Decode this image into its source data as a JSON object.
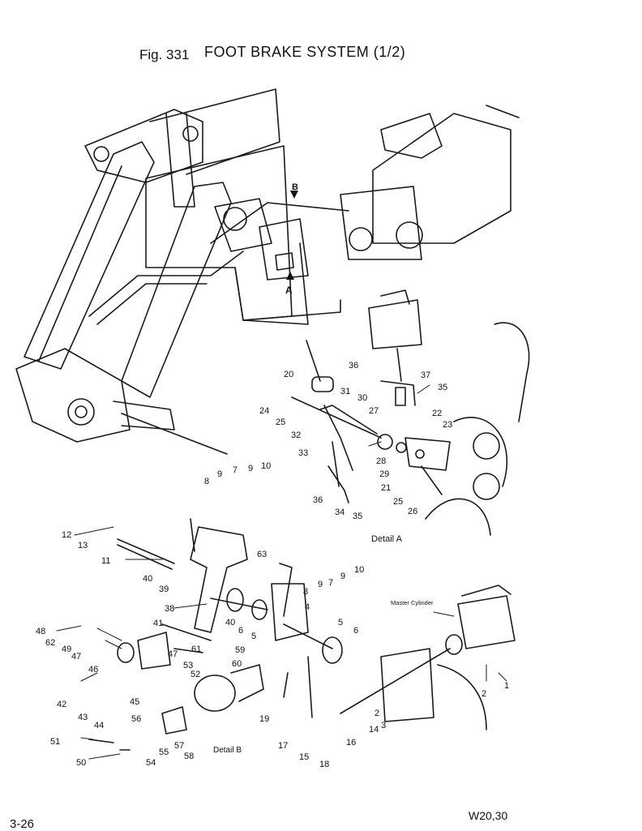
{
  "header": {
    "fig_no": "Fig. 331",
    "title": "FOOT BRAKE SYSTEM (1/2)"
  },
  "footer": {
    "page": "3-26",
    "model": "W20,30"
  },
  "captions": {
    "detail_a": "Detail A",
    "detail_b": "Detail B",
    "master_cylinder": "Master Cylinder",
    "view_a": "A",
    "view_b": "B"
  },
  "part_numbers": [
    "20",
    "24",
    "25",
    "31",
    "30",
    "27",
    "22",
    "23",
    "36",
    "37",
    "35",
    "32",
    "33",
    "28",
    "29",
    "21",
    "25",
    "26",
    "36",
    "34",
    "35",
    "8",
    "9",
    "7",
    "9",
    "10",
    "12",
    "13",
    "11",
    "40",
    "39",
    "63",
    "8",
    "9",
    "7",
    "9",
    "10",
    "38",
    "4",
    "40",
    "6",
    "5",
    "5",
    "6",
    "48",
    "62",
    "49",
    "47",
    "46",
    "41",
    "61",
    "59",
    "60",
    "47",
    "53",
    "52",
    "42",
    "43",
    "44",
    "45",
    "56",
    "51",
    "50",
    "54",
    "55",
    "57",
    "58",
    "19",
    "17",
    "15",
    "18",
    "16",
    "14",
    "3",
    "2",
    "2",
    "1"
  ]
}
